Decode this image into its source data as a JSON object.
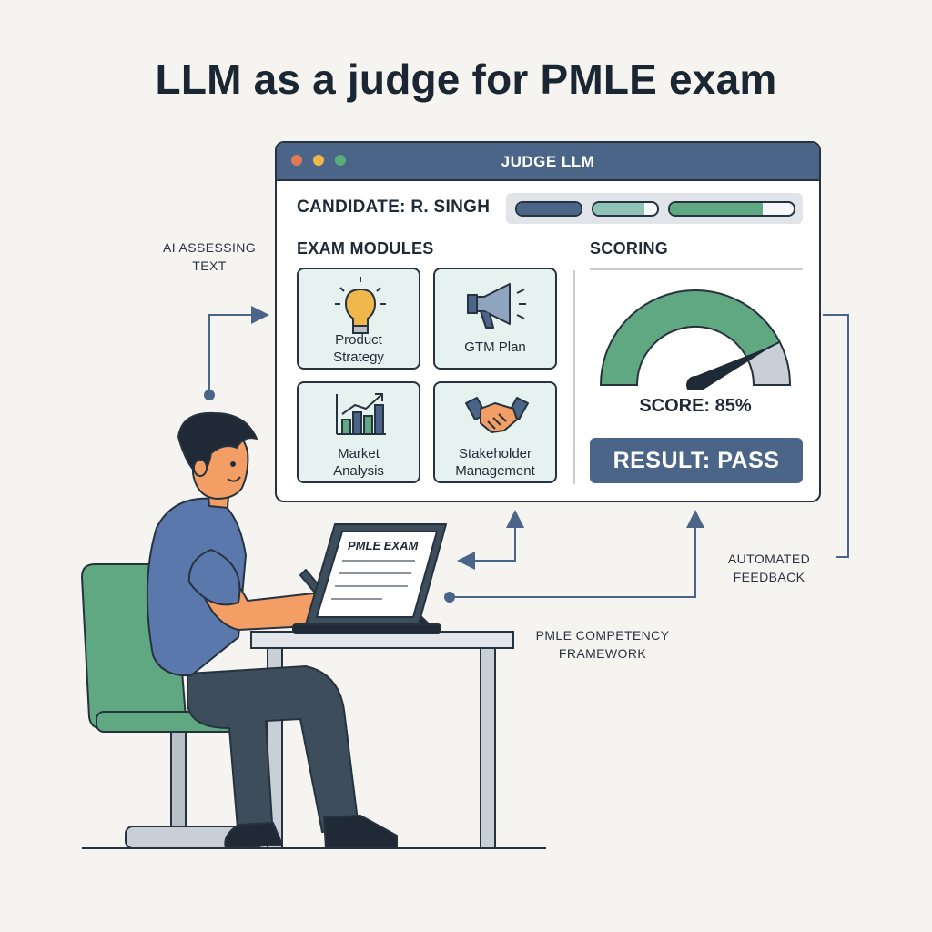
{
  "title": "LLM as a judge for PMLE exam",
  "window": {
    "title": "JUDGE LLM",
    "candidate": "CANDIDATE: R. SINGH",
    "progress_bars": [
      {
        "value": 1.0,
        "color": "#4a6588"
      },
      {
        "value": 0.8,
        "color": "#8fc3b8"
      },
      {
        "value": 0.75,
        "color": "#5fa882"
      }
    ],
    "modules_heading": "EXAM MODULES",
    "modules": [
      {
        "label": "Product\nStrategy",
        "icon": "lightbulb-icon"
      },
      {
        "label": "GTM Plan",
        "icon": "megaphone-icon"
      },
      {
        "label": "Market\nAnalysis",
        "icon": "bar-chart-icon"
      },
      {
        "label": "Stakeholder\nManagement",
        "icon": "handshake-icon"
      }
    ],
    "scoring_heading": "SCORING",
    "gauge": {
      "value": 0.85
    },
    "score": "SCORE: 85%",
    "result": "RESULT: PASS"
  },
  "labels": {
    "ai_assessing": "AI ASSESSING\nTEXT",
    "automated_feedback": "AUTOMATED\nFEEDBACK",
    "competency": "PMLE COMPETENCY\nFRAMEWORK",
    "tablet_doc": "PMLE EXAM"
  },
  "colors": {
    "accent": "#4a6588",
    "green": "#5fa882",
    "outline": "#27323f",
    "background": "#f5f4f0"
  }
}
